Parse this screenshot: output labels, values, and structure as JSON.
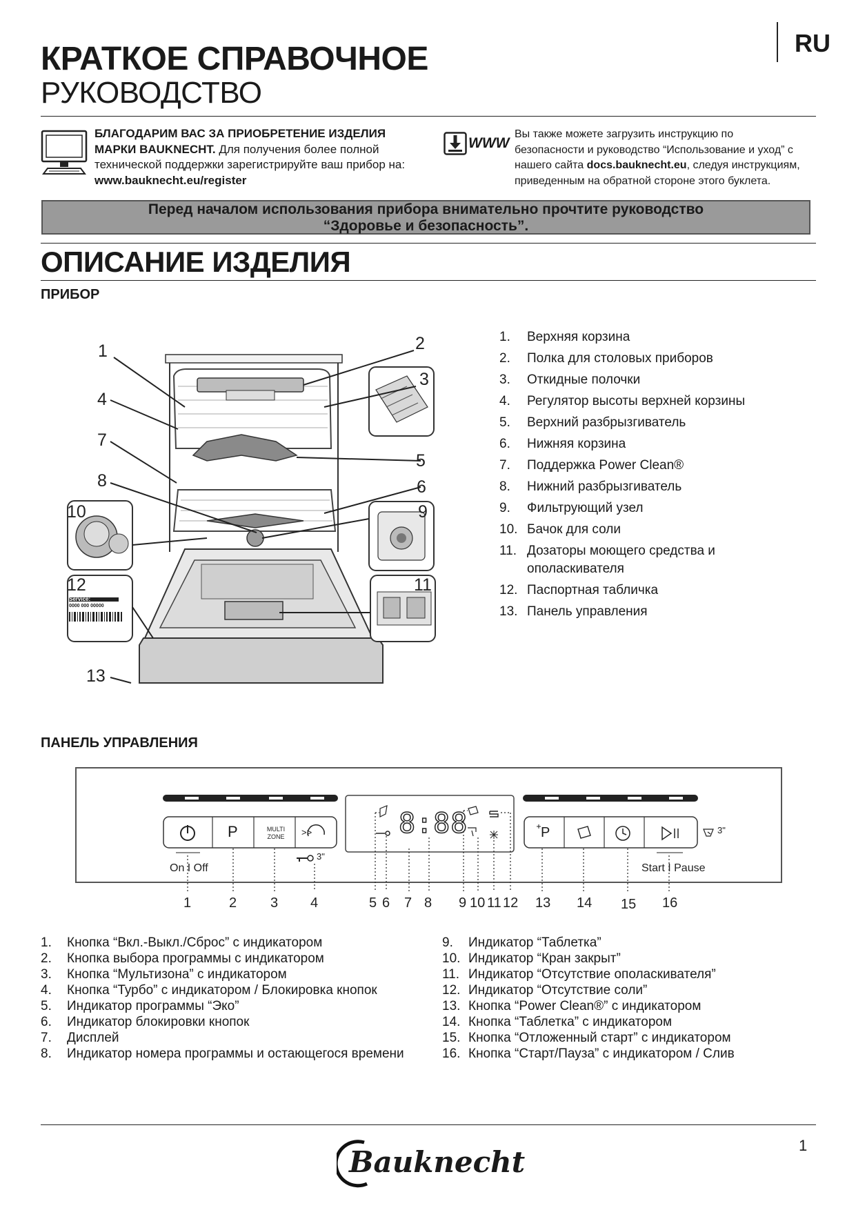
{
  "header": {
    "title_line1": "КРАТКОЕ СПРАВОЧНОЕ",
    "title_line2": "РУКОВОДСТВО",
    "lang": "RU"
  },
  "intro_left": {
    "bold": "БЛАГОДАРИМ ВАС ЗА ПРИОБРЕТЕНИЕ ИЗДЕЛИЯ МАРКИ BAUKNECHT.",
    "text": "Для получения более полной технической поддержки зарегистрируйте ваш прибор на:",
    "url": "www.bauknecht.eu/register",
    "icon": "computer-monitor-icon"
  },
  "intro_right": {
    "line1": "Вы также можете загрузить инструкцию по",
    "line2": "безопасности и руководство “Использование и уход” с",
    "line3_pre": "нашего сайта",
    "line3_url": "docs.bauknecht.eu",
    "line3_post": ", следуя инструкциям,",
    "line4": "приведенным на обратной стороне этого буклета.",
    "icon_text": "WWW",
    "icon": "download-www-icon"
  },
  "banner": {
    "line1": "Перед началом использования прибора внимательно прочтите руководство",
    "line2": "“Здоровье и безопасность”."
  },
  "section": {
    "title": "ОПИСАНИЕ ИЗДЕЛИЯ",
    "appliance_heading": "ПРИБОР",
    "panel_heading": "ПАНЕЛЬ УПРАВЛЕНИЯ"
  },
  "appliance_callouts": [
    "1",
    "2",
    "3",
    "4",
    "5",
    "6",
    "7",
    "8",
    "9",
    "10",
    "11",
    "12",
    "13"
  ],
  "rating_plate": {
    "service": "Service:",
    "number": "0000 000 00000"
  },
  "appliance_parts": [
    {
      "n": "1.",
      "label": "Верхняя корзина"
    },
    {
      "n": "2.",
      "label": "Полка для столовых приборов"
    },
    {
      "n": "3.",
      "label": "Откидные полочки"
    },
    {
      "n": "4.",
      "label": "Регулятор высоты верхней корзины"
    },
    {
      "n": "5.",
      "label": "Верхний разбрызгиватель"
    },
    {
      "n": "6.",
      "label": "Нижняя корзина"
    },
    {
      "n": "7.",
      "label": "Поддержка Power Clean®"
    },
    {
      "n": "8.",
      "label": "Нижний разбрызгиватель"
    },
    {
      "n": "9.",
      "label": "Фильтрующий узел"
    },
    {
      "n": "10.",
      "label": "Бачок для соли"
    },
    {
      "n": "11.",
      "label": "Дозаторы моющего средства и"
    },
    {
      "n": "",
      "label": "ополаскивателя"
    },
    {
      "n": "12.",
      "label": "Паспортная табличка"
    },
    {
      "n": "13.",
      "label": "Панель управления"
    }
  ],
  "panel": {
    "btn_p": "P",
    "multi": "MULTI",
    "zone": "ZONE",
    "turbo": ">>",
    "lock_time": "3\"",
    "on_off": "On I Off",
    "display": "8:88",
    "powerclean_p": "P",
    "start_pause": "Start I Pause",
    "drain_time": "3\"",
    "callouts": [
      "1",
      "2",
      "3",
      "4",
      "5",
      "6",
      "7",
      "8",
      "9",
      "10",
      "11",
      "12",
      "13",
      "14",
      "15",
      "16"
    ]
  },
  "controls_left": [
    {
      "n": "1.",
      "label": "Кнопка “Вкл.-Выкл./Сброс” с индикатором"
    },
    {
      "n": "2.",
      "label": "Кнопка выбора программы с индикатором"
    },
    {
      "n": "3.",
      "label": "Кнопка “Мультизона” с индикатором"
    },
    {
      "n": "4.",
      "label": "Кнопка “Турбо” с индикатором / Блокировка кнопок"
    },
    {
      "n": "5.",
      "label": "Индикатор программы “Эко”"
    },
    {
      "n": "6.",
      "label": "Индикатор блокировки кнопок"
    },
    {
      "n": "7.",
      "label": "Дисплей"
    },
    {
      "n": "8.",
      "label": "Индикатор номера программы и остающегося времени"
    }
  ],
  "controls_right": [
    {
      "n": "9.",
      "label": "Индикатор “Таблетка”"
    },
    {
      "n": "10.",
      "label": "Индикатор “Кран закрыт”"
    },
    {
      "n": "11.",
      "label": "Индикатор “Отсутствие ополаскивателя”"
    },
    {
      "n": "12.",
      "label": "Индикатор “Отсутствие соли”"
    },
    {
      "n": "13.",
      "label": "Кнопка “Power Clean®” с индикатором"
    },
    {
      "n": "14.",
      "label": "Кнопка “Таблетка” с индикатором"
    },
    {
      "n": "15.",
      "label": "Кнопка “Отложенный старт” с индикатором"
    },
    {
      "n": "16.",
      "label": "Кнопка “Старт/Пауза” с индикатором / Слив"
    }
  ],
  "footer": {
    "brand": "Bauknecht",
    "page": "1"
  }
}
